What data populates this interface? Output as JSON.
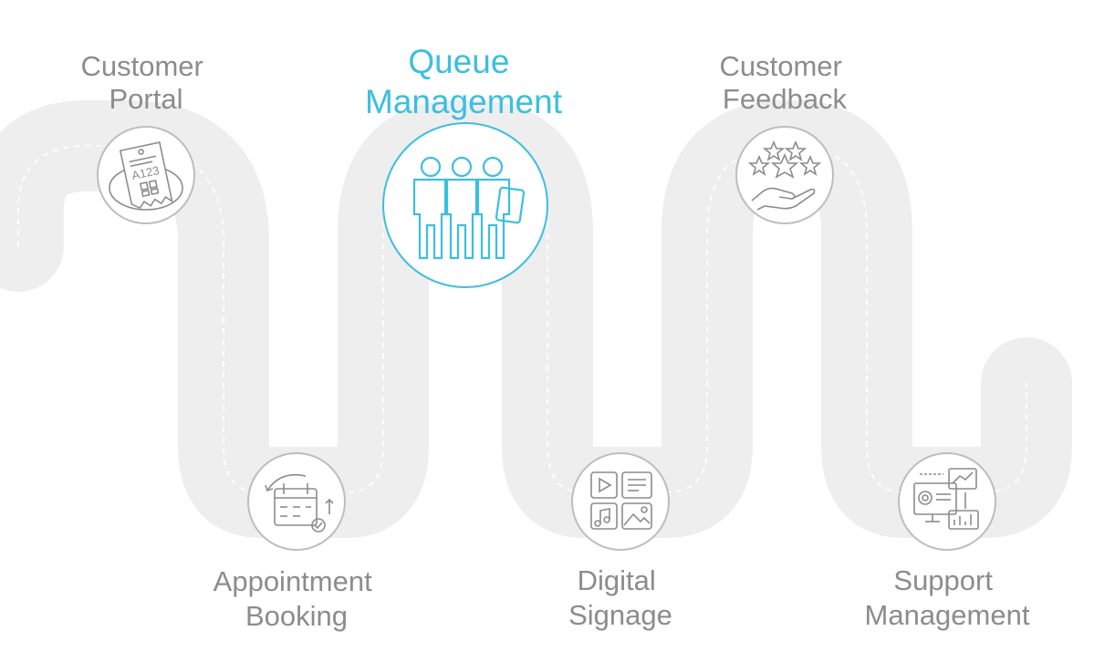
{
  "colors": {
    "road": "#eeeeee",
    "dash": "#ffffff",
    "node_border": "#bdbdbd",
    "icon": "#8c8c8c",
    "label": "#8c8c8c",
    "active": "#3bbfdf"
  },
  "steps": [
    {
      "id": "customer-portal",
      "line1": "Customer",
      "line2": "Portal",
      "icon": "ticket-icon",
      "ticket_number": "A123",
      "active": false
    },
    {
      "id": "appointment-booking",
      "line1": "Appointment",
      "line2": "Booking",
      "icon": "calendar-icon",
      "active": false
    },
    {
      "id": "queue-management",
      "line1": "Queue",
      "line2": "Management",
      "icon": "people-queue-icon",
      "active": true
    },
    {
      "id": "digital-signage",
      "line1": "Digital",
      "line2": "Signage",
      "icon": "media-grid-icon",
      "active": false
    },
    {
      "id": "customer-feedback",
      "line1": "Customer",
      "line2": "Feedback",
      "icon": "stars-hand-icon",
      "active": false
    },
    {
      "id": "support-management",
      "line1": "Support",
      "line2": "Management",
      "icon": "monitor-chart-icon",
      "active": false
    }
  ]
}
